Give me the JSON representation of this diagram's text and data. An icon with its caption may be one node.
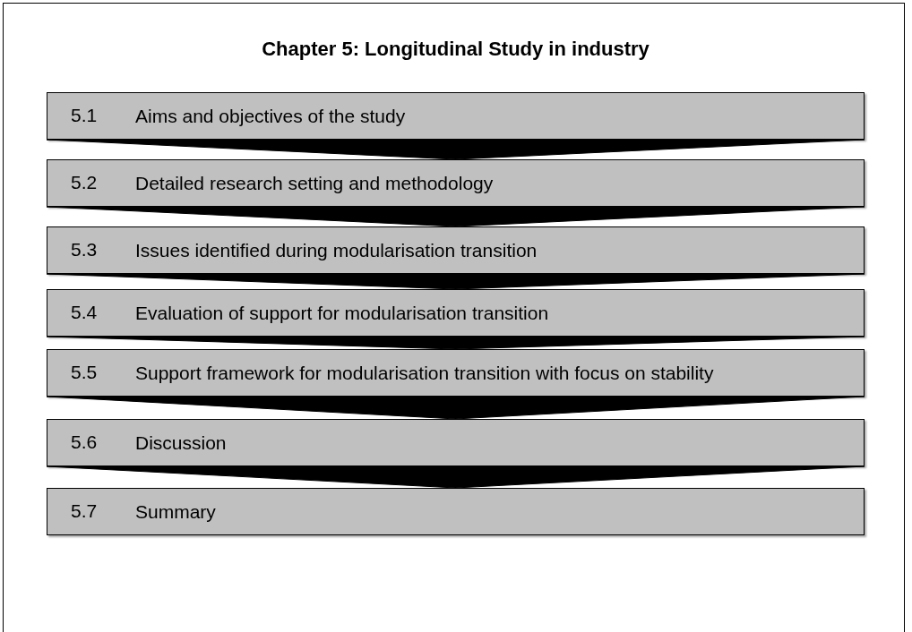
{
  "diagram": {
    "title": "Chapter 5: Longitudinal Study in industry",
    "nodes": [
      {
        "text": [
          "5.1",
          "Aims and objectives of the study"
        ]
      },
      {
        "text": [
          "5.2",
          "Detailed research setting and methodology"
        ]
      },
      {
        "text": [
          "5.3",
          "Issues identified during modularisation transition"
        ]
      },
      {
        "text": [
          "5.4",
          "Evaluation of support for modularisation transition"
        ]
      },
      {
        "text": [
          "5.5",
          "Support framework for modularisation transition with focus on stability"
        ]
      },
      {
        "text": [
          "5.6",
          "Discussion"
        ]
      },
      {
        "text": [
          "5.7",
          "Summary"
        ]
      }
    ],
    "edges": [
      {
        "from": 0,
        "to": 1,
        "arrow": "to"
      },
      {
        "from": 1,
        "to": 2,
        "arrow": "to"
      },
      {
        "from": 2,
        "to": 3,
        "arrow": "to"
      },
      {
        "from": 3,
        "to": 4,
        "arrow": "to"
      },
      {
        "from": 4,
        "to": 5,
        "arrow": "to"
      },
      {
        "from": 5,
        "to": 6,
        "arrow": "to"
      }
    ]
  }
}
